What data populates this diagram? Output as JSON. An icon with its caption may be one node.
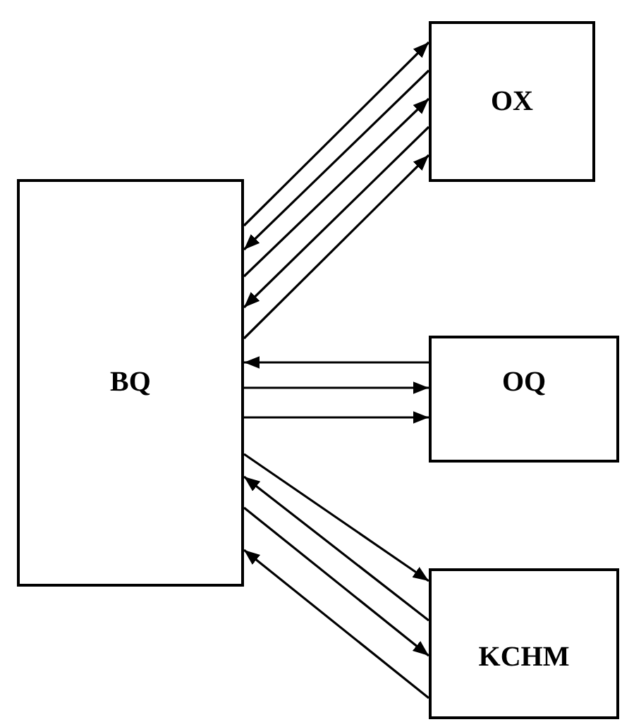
{
  "diagram": {
    "nodes": [
      {
        "text": [
          "BQ"
        ]
      },
      {
        "text": [
          "OX"
        ]
      },
      {
        "text": [
          "OQ"
        ]
      },
      {
        "text": [
          "KCHM"
        ]
      }
    ],
    "edges": [
      {
        "from": 0,
        "to": 1,
        "arrow": "to"
      },
      {
        "from": 1,
        "to": 0,
        "arrow": "to"
      },
      {
        "from": 0,
        "to": 1,
        "arrow": "to"
      },
      {
        "from": 1,
        "to": 0,
        "arrow": "to"
      },
      {
        "from": 0,
        "to": 1,
        "arrow": "to"
      },
      {
        "from": 2,
        "to": 0,
        "arrow": "to"
      },
      {
        "from": 0,
        "to": 2,
        "arrow": "to"
      },
      {
        "from": 0,
        "to": 2,
        "arrow": "to"
      },
      {
        "from": 0,
        "to": 3,
        "arrow": "to"
      },
      {
        "from": 3,
        "to": 0,
        "arrow": "to"
      },
      {
        "from": 0,
        "to": 3,
        "arrow": "to"
      },
      {
        "from": 3,
        "to": 0,
        "arrow": "to"
      }
    ]
  }
}
